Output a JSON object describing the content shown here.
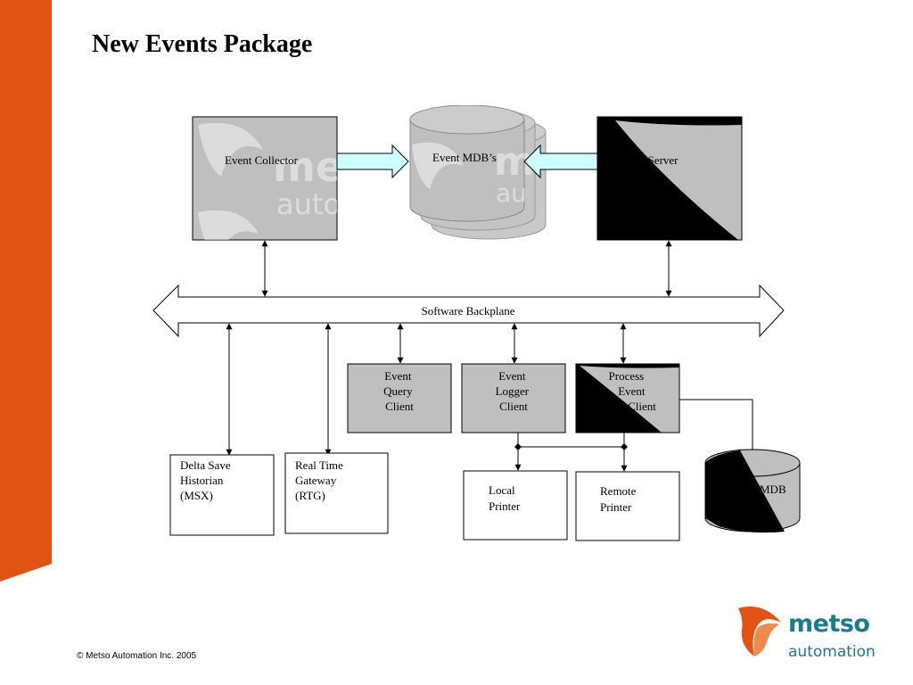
{
  "slide": {
    "title": "New Events Package",
    "footer": "© Metso Automation Inc. 2005"
  },
  "logo": {
    "line1": "metso",
    "line2": "automation",
    "watermark_line1": "metso",
    "watermark_line2": "automation"
  },
  "nodes": {
    "event_collector": "Event Collector",
    "event_mdbs": "Event MDB’s",
    "event_server": "Event Server",
    "software_backplane": "Software Backplane",
    "event_query_client": [
      "Event",
      "Query",
      "Client"
    ],
    "event_logger_client": [
      "Event",
      "Logger",
      "Client"
    ],
    "process_event_client": [
      "Process",
      "Event",
      "Client"
    ],
    "mdb": "MDB",
    "delta_save_historian": [
      "Delta Save",
      "Historian",
      "(MSX)"
    ],
    "real_time_gateway": [
      "Real Time",
      "Gateway",
      "(RTG)"
    ],
    "local_printer": [
      "Local",
      "Printer"
    ],
    "remote_printer": [
      "Remote",
      "Printer"
    ]
  },
  "colors": {
    "accent": "#e05312",
    "brand": "#1a7a8f",
    "box_gray": "#bfbfbf",
    "arrow_fill": "#ccffff"
  }
}
